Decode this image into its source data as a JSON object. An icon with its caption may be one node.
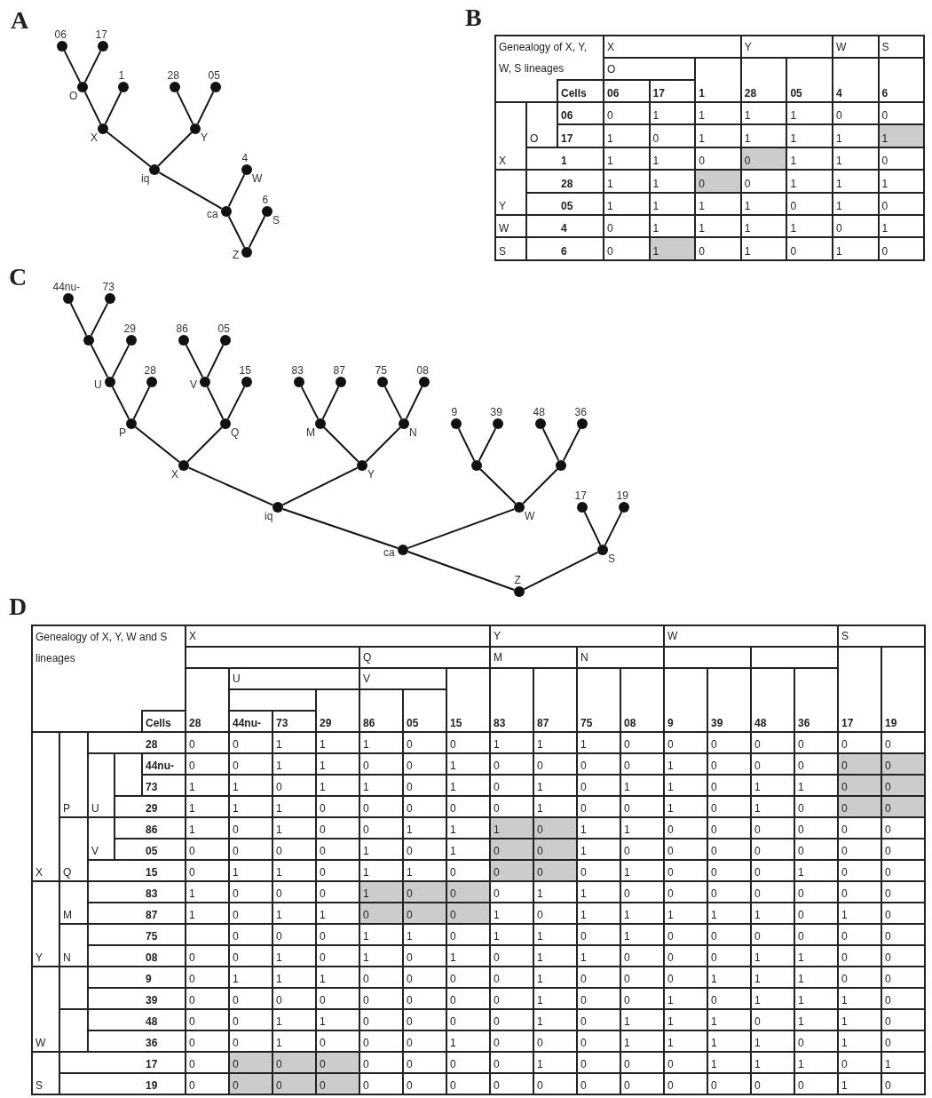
{
  "diagram": {
    "nodes": [
      {
        "text": [
          "06"
        ]
      },
      {
        "text": [
          "17"
        ]
      },
      {
        "text": [
          "O"
        ]
      },
      {
        "text": [
          "1"
        ]
      },
      {
        "text": [
          "28"
        ]
      },
      {
        "text": [
          "05"
        ]
      },
      {
        "text": [
          "X"
        ]
      },
      {
        "text": [
          "Y"
        ]
      },
      {
        "text": [
          "iq"
        ]
      },
      {
        "text": [
          "4",
          "W"
        ]
      },
      {
        "text": [
          "ca"
        ]
      },
      {
        "text": [
          "6",
          "S"
        ]
      },
      {
        "text": [
          "Z"
        ]
      },
      {
        "text": [
          "44nu-"
        ]
      },
      {
        "text": [
          "73"
        ]
      },
      {
        "text": [],
        "shape": "circle"
      },
      {
        "text": [
          "29"
        ]
      },
      {
        "text": [
          "86"
        ]
      },
      {
        "text": [
          "05"
        ]
      },
      {
        "text": [
          "U"
        ]
      },
      {
        "text": [
          "28"
        ]
      },
      {
        "text": [
          "V"
        ]
      },
      {
        "text": [
          "15"
        ]
      },
      {
        "text": [
          "83"
        ]
      },
      {
        "text": [
          "87"
        ]
      },
      {
        "text": [
          "75"
        ]
      },
      {
        "text": [
          "08"
        ]
      },
      {
        "text": [
          "P"
        ]
      },
      {
        "text": [
          "Q"
        ]
      },
      {
        "text": [
          "M"
        ]
      },
      {
        "text": [
          "N"
        ]
      },
      {
        "text": [
          "9"
        ]
      },
      {
        "text": [
          "39"
        ]
      },
      {
        "text": [
          "48"
        ]
      },
      {
        "text": [
          "36"
        ]
      },
      {
        "text": [
          "X"
        ]
      },
      {
        "text": [
          "Y"
        ]
      },
      {
        "text": [],
        "shape": "circle"
      },
      {
        "text": [],
        "shape": "circle"
      },
      {
        "text": [
          "iq"
        ]
      },
      {
        "text": [
          "W"
        ]
      },
      {
        "text": [
          "17"
        ]
      },
      {
        "text": [
          "19"
        ]
      },
      {
        "text": [
          "ca"
        ]
      },
      {
        "text": [
          "S"
        ]
      },
      {
        "text": [
          "Z"
        ]
      }
    ],
    "edges": [
      {
        "from": 2,
        "to": 0,
        "arrow": "none"
      },
      {
        "from": 2,
        "to": 1,
        "arrow": "none"
      },
      {
        "from": 6,
        "to": 2,
        "arrow": "none"
      },
      {
        "from": 6,
        "to": 3,
        "arrow": "none"
      },
      {
        "from": 7,
        "to": 4,
        "arrow": "none"
      },
      {
        "from": 7,
        "to": 5,
        "arrow": "none"
      },
      {
        "from": 8,
        "to": 6,
        "arrow": "none"
      },
      {
        "from": 8,
        "to": 7,
        "arrow": "none"
      },
      {
        "from": 10,
        "to": 8,
        "arrow": "none"
      },
      {
        "from": 10,
        "to": 9,
        "arrow": "none"
      },
      {
        "from": 12,
        "to": 10,
        "arrow": "none"
      },
      {
        "from": 12,
        "to": 11,
        "arrow": "none"
      },
      {
        "from": 15,
        "to": 13,
        "arrow": "none"
      },
      {
        "from": 15,
        "to": 14,
        "arrow": "none"
      },
      {
        "from": 19,
        "to": 15,
        "arrow": "none"
      },
      {
        "from": 19,
        "to": 16,
        "arrow": "none"
      },
      {
        "from": 27,
        "to": 19,
        "arrow": "none"
      },
      {
        "from": 27,
        "to": 20,
        "arrow": "none"
      },
      {
        "from": 21,
        "to": 17,
        "arrow": "none"
      },
      {
        "from": 21,
        "to": 18,
        "arrow": "none"
      },
      {
        "from": 28,
        "to": 21,
        "arrow": "none"
      },
      {
        "from": 28,
        "to": 22,
        "arrow": "none"
      },
      {
        "from": 35,
        "to": 27,
        "arrow": "none"
      },
      {
        "from": 35,
        "to": 28,
        "arrow": "none"
      },
      {
        "from": 29,
        "to": 23,
        "arrow": "none"
      },
      {
        "from": 29,
        "to": 24,
        "arrow": "none"
      },
      {
        "from": 30,
        "to": 25,
        "arrow": "none"
      },
      {
        "from": 30,
        "to": 26,
        "arrow": "none"
      },
      {
        "from": 36,
        "to": 29,
        "arrow": "none"
      },
      {
        "from": 36,
        "to": 30,
        "arrow": "none"
      },
      {
        "from": 39,
        "to": 35,
        "arrow": "none"
      },
      {
        "from": 39,
        "to": 36,
        "arrow": "none"
      },
      {
        "from": 37,
        "to": 31,
        "arrow": "none"
      },
      {
        "from": 37,
        "to": 32,
        "arrow": "none"
      },
      {
        "from": 38,
        "to": 33,
        "arrow": "none"
      },
      {
        "from": 38,
        "to": 34,
        "arrow": "none"
      },
      {
        "from": 40,
        "to": 37,
        "arrow": "none"
      },
      {
        "from": 40,
        "to": 38,
        "arrow": "none"
      },
      {
        "from": 43,
        "to": 39,
        "arrow": "none"
      },
      {
        "from": 43,
        "to": 40,
        "arrow": "none"
      },
      {
        "from": 44,
        "to": 41,
        "arrow": "none"
      },
      {
        "from": 44,
        "to": 42,
        "arrow": "none"
      },
      {
        "from": 45,
        "to": 43,
        "arrow": "none"
      },
      {
        "from": 45,
        "to": 44,
        "arrow": "none"
      }
    ],
    "labels": [
      "A",
      "B",
      "Genealogy of X, Y, W, S lineages",
      "X",
      "Y",
      "W",
      "S",
      "O",
      "Cells",
      "06",
      "17",
      "1",
      "28",
      "05",
      "4",
      "6",
      "06",
      "0",
      "1",
      "1",
      "1",
      "1",
      "0",
      "0",
      "O",
      "17",
      "1",
      "0",
      "1",
      "1",
      "1",
      "1",
      "1",
      "X",
      "1",
      "1",
      "1",
      "0",
      "0",
      "1",
      "1",
      "0",
      "Y",
      "28",
      "1",
      "1",
      "0",
      "0",
      "1",
      "1",
      "1",
      "05",
      "1",
      "1",
      "1",
      "1",
      "0",
      "1",
      "0",
      "W",
      "4",
      "0",
      "1",
      "1",
      "1",
      "1",
      "0",
      "1",
      "S",
      "6",
      "0",
      "1",
      "0",
      "1",
      "0",
      "1",
      "0",
      "C",
      "D",
      "Genealogy of X, Y, W and S lineages",
      "X",
      "Y",
      "W",
      "S",
      "Q",
      "M",
      "N",
      "U",
      "V",
      "Cells",
      "28",
      "44nu-",
      "73",
      "29",
      "86",
      "05",
      "15",
      "83",
      "87",
      "75",
      "08",
      "9",
      "39",
      "48",
      "36",
      "17",
      "19",
      "28",
      "0",
      "0",
      "1",
      "1",
      "1",
      "0",
      "0",
      "1",
      "1",
      "1",
      "0",
      "0",
      "0",
      "0",
      "0",
      "0",
      "0",
      "44nu-",
      "0",
      "0",
      "1",
      "1",
      "0",
      "0",
      "1",
      "0",
      "0",
      "0",
      "0",
      "1",
      "0",
      "0",
      "0",
      "0",
      "0",
      "73",
      "1",
      "1",
      "0",
      "1",
      "1",
      "0",
      "1",
      "0",
      "1",
      "0",
      "1",
      "1",
      "0",
      "1",
      "1",
      "0",
      "0",
      "P",
      "U",
      "29",
      "1",
      "1",
      "1",
      "0",
      "0",
      "0",
      "0",
      "0",
      "1",
      "0",
      "0",
      "1",
      "0",
      "1",
      "0",
      "0",
      "0",
      "86",
      "1",
      "0",
      "1",
      "0",
      "0",
      "1",
      "1",
      "1",
      "0",
      "1",
      "1",
      "0",
      "0",
      "0",
      "0",
      "0",
      "0",
      "V",
      "05",
      "0",
      "0",
      "0",
      "0",
      "1",
      "0",
      "1",
      "0",
      "0",
      "1",
      "0",
      "0",
      "0",
      "0",
      "0",
      "0",
      "0",
      "X",
      "Q",
      "15",
      "0",
      "1",
      "1",
      "0",
      "1",
      "1",
      "0",
      "0",
      "0",
      "0",
      "1",
      "0",
      "0",
      "0",
      "1",
      "0",
      "0",
      "83",
      "1",
      "0",
      "0",
      "0",
      "1",
      "0",
      "0",
      "0",
      "1",
      "1",
      "0",
      "0",
      "0",
      "0",
      "0",
      "0",
      "0",
      "M",
      "87",
      "1",
      "0",
      "1",
      "1",
      "0",
      "0",
      "0",
      "1",
      "0",
      "1",
      "1",
      "1",
      "1",
      "1",
      "0",
      "1",
      "0",
      "75",
      "0",
      "0",
      "0",
      "1",
      "1",
      "0",
      "1",
      "1",
      "0",
      "1",
      "0",
      "0",
      "0",
      "0",
      "0",
      "0",
      "Y",
      "N",
      "08",
      "0",
      "0",
      "1",
      "0",
      "1",
      "0",
      "1",
      "0",
      "1",
      "1",
      "0",
      "0",
      "0",
      "1",
      "1",
      "0",
      "0",
      "9",
      "0",
      "1",
      "1",
      "1",
      "0",
      "0",
      "0",
      "0",
      "1",
      "0",
      "0",
      "0",
      "1",
      "1",
      "1",
      "0",
      "0",
      "39",
      "0",
      "0",
      "0",
      "0",
      "0",
      "0",
      "0",
      "0",
      "1",
      "0",
      "0",
      "1",
      "0",
      "1",
      "1",
      "1",
      "0",
      "48",
      "0",
      "0",
      "1",
      "1",
      "0",
      "0",
      "0",
      "0",
      "1",
      "0",
      "1",
      "1",
      "1",
      "0",
      "1",
      "1",
      "0",
      "W",
      "36",
      "0",
      "0",
      "1",
      "0",
      "0",
      "0",
      "1",
      "0",
      "0",
      "0",
      "1",
      "1",
      "1",
      "1",
      "0",
      "1",
      "0",
      "17",
      "0",
      "0",
      "0",
      "0",
      "0",
      "0",
      "0",
      "0",
      "1",
      "0",
      "0",
      "0",
      "1",
      "1",
      "1",
      "0",
      "1",
      "S",
      "19",
      "0",
      "0",
      "0",
      "0",
      "0",
      "0",
      "0",
      "0",
      "0",
      "0",
      "0",
      "0",
      "0",
      "0",
      "0",
      "1",
      "0"
    ]
  }
}
